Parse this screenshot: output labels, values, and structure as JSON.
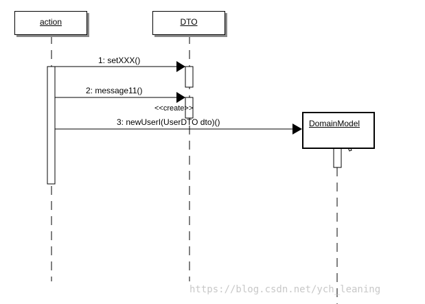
{
  "lifelines": {
    "action": "action",
    "dto": "DTO",
    "domain_model": "DomainModel"
  },
  "messages": {
    "m1": "1: setXXX()",
    "m2": "2: message11()",
    "create_stereotype": "<<create>>",
    "m3": "3: newUserI(UserDTO dto)()"
  },
  "watermark": "https://blog.csdn.net/ych_leaning",
  "colors": {
    "line": "#000000",
    "shadow": "#8a8a8a",
    "watermark": "#c8c8c8",
    "background": "#ffffff"
  },
  "icons": {
    "cursor": "mouse-pointer-icon"
  }
}
